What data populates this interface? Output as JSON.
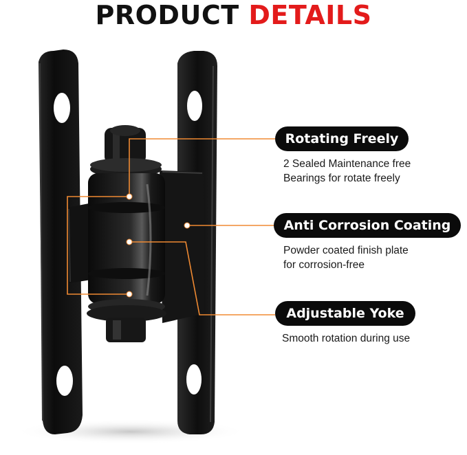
{
  "heading": {
    "word1": "PRODUCT",
    "word2": "DETAILS"
  },
  "features": [
    {
      "title": "Rotating Freely",
      "lines": [
        "2 Sealed Maintenance free",
        "Bearings for rotate freely"
      ]
    },
    {
      "title": "Anti Corrosion Coating",
      "lines": [
        "Powder coated finish plate",
        "for corrosion-free"
      ]
    },
    {
      "title": "Adjustable Yoke",
      "lines": [
        "Smooth rotation during use"
      ]
    }
  ],
  "colors": {
    "accent": "#e31b1b",
    "callout_line": "#f08a32",
    "badge": "#0b0b0b",
    "hinge": "#111111"
  },
  "image": {
    "subject": "black steel gate hinge with bearings"
  }
}
